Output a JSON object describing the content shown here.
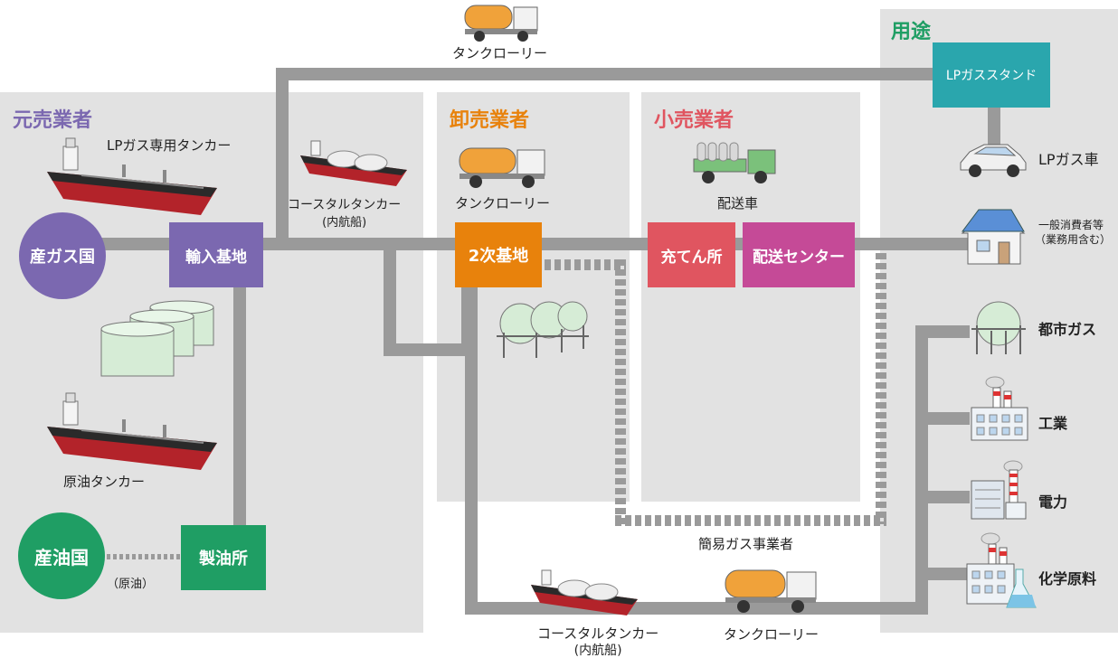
{
  "sections": {
    "motouri": "元売業者",
    "oroshiuri": "卸売業者",
    "kouri": "小売業者",
    "youto": "用途"
  },
  "nodes": {
    "sangasu": "産ガス国",
    "yunyu": "輸入基地",
    "sanyu": "産油国",
    "seiyu": "製油所",
    "niji": "2次基地",
    "juten": "充てん所",
    "haiso_center": "配送センター",
    "lp_stand": "LPガススタンド"
  },
  "labels": {
    "lp_tanker": "LPガス専用タンカー",
    "crude_tanker": "原油タンカー",
    "crude_note": "（原油）",
    "coastal_top": "コースタルタンカー",
    "coastal_top_sub": "(内航船)",
    "coastal_bottom": "コースタルタンカー",
    "coastal_bottom_sub": "(内航船)",
    "lorry_top": "タンクローリー",
    "lorry_wholesale": "タンクローリー",
    "lorry_bottom": "タンクローリー",
    "delivery_truck": "配送車",
    "simple_gas": "簡易ガス事業者"
  },
  "uses": {
    "lp_car": "LPガス車",
    "household_1": "一般消費者等",
    "household_2": "（業務用含む）",
    "city_gas": "都市ガス",
    "industry": "工業",
    "power": "電力",
    "chemical": "化学原料"
  },
  "colors": {
    "purple": "#7b68b0",
    "orange": "#e8820c",
    "red": "#e05560",
    "magenta": "#c54a97",
    "green": "#1f9e64",
    "teal": "#2aa6ad"
  }
}
